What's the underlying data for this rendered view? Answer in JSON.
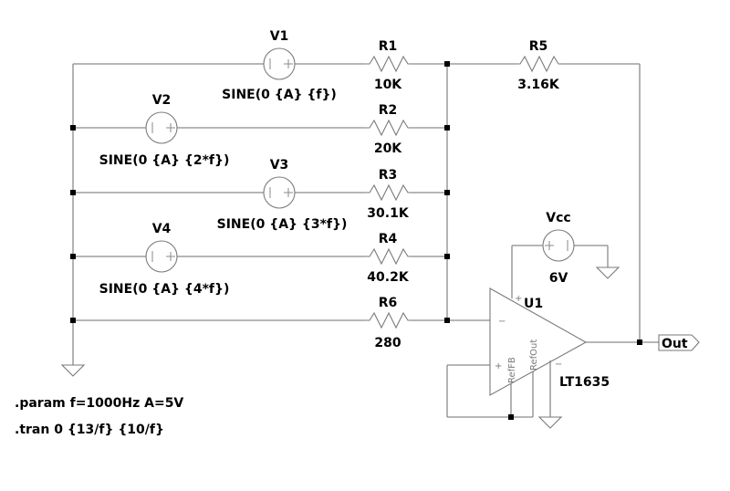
{
  "schematic": {
    "sources": [
      {
        "name": "V1",
        "value": "SINE(0 {A} {f})"
      },
      {
        "name": "V2",
        "value": "SINE(0 {A} {2*f})"
      },
      {
        "name": "V3",
        "value": "SINE(0 {A} {3*f})"
      },
      {
        "name": "V4",
        "value": "SINE(0 {A} {4*f})"
      },
      {
        "name": "Vcc",
        "value": "6V"
      }
    ],
    "resistors": [
      {
        "name": "R1",
        "value": "10K"
      },
      {
        "name": "R2",
        "value": "20K"
      },
      {
        "name": "R3",
        "value": "30.1K"
      },
      {
        "name": "R4",
        "value": "40.2K"
      },
      {
        "name": "R5",
        "value": "3.16K"
      },
      {
        "name": "R6",
        "value": "280"
      }
    ],
    "opamp": {
      "name": "U1",
      "model": "LT1635",
      "pin_plus": "+",
      "pin_minus": "−",
      "pin_reffb": "RefFB",
      "pin_refout": "RefOut",
      "supply_plus": "+",
      "supply_minus": "−"
    },
    "net_label": "Out",
    "directives": [
      ".param f=1000Hz A=5V",
      ".tran 0 {13/f} {10/f}"
    ]
  }
}
